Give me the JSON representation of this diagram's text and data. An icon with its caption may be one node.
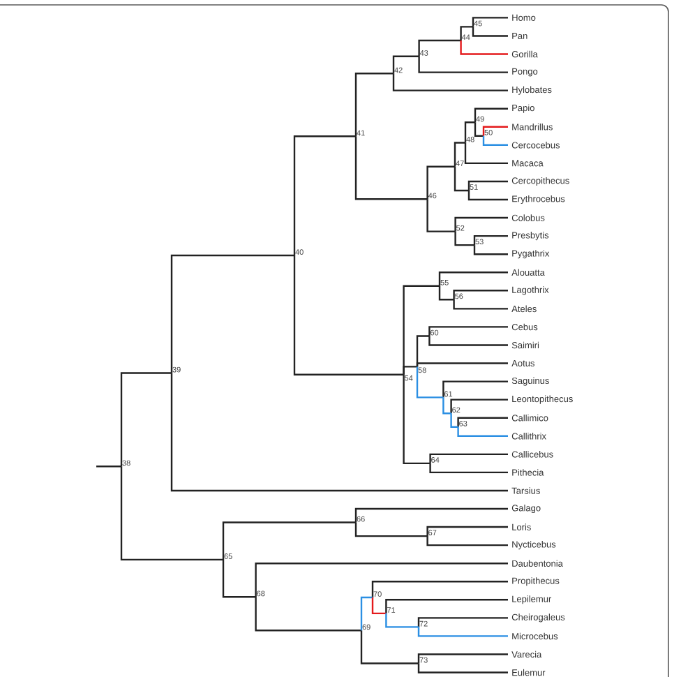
{
  "diagram": {
    "nodes": [
      {
        "text": [
          "38"
        ]
      },
      {
        "text": [
          "39"
        ]
      },
      {
        "text": [
          "40"
        ]
      },
      {
        "text": [
          "41"
        ]
      },
      {
        "text": [
          "42"
        ]
      },
      {
        "text": [
          "43"
        ]
      },
      {
        "text": [
          "44"
        ]
      },
      {
        "text": [
          "45"
        ]
      },
      {
        "text": [
          "Homo"
        ]
      },
      {
        "text": [
          "Pan"
        ]
      },
      {
        "text": [
          "Gorilla"
        ]
      },
      {
        "text": [
          "Pongo"
        ]
      },
      {
        "text": [
          "Hylobates"
        ]
      },
      {
        "text": [
          "46"
        ]
      },
      {
        "text": [
          "47"
        ]
      },
      {
        "text": [
          "48"
        ]
      },
      {
        "text": [
          "49"
        ]
      },
      {
        "text": [
          "Papio"
        ]
      },
      {
        "text": [
          "50"
        ]
      },
      {
        "text": [
          "Mandrillus"
        ]
      },
      {
        "text": [
          "Cercocebus"
        ]
      },
      {
        "text": [
          "Macaca"
        ]
      },
      {
        "text": [
          "51"
        ]
      },
      {
        "text": [
          "Cercopithecus"
        ]
      },
      {
        "text": [
          "Erythrocebus"
        ]
      },
      {
        "text": [
          "52"
        ]
      },
      {
        "text": [
          "Colobus"
        ]
      },
      {
        "text": [
          "53"
        ]
      },
      {
        "text": [
          "Presbytis"
        ]
      },
      {
        "text": [
          "Pygathrix"
        ]
      },
      {
        "text": [
          "54"
        ]
      },
      {
        "text": [
          "55"
        ]
      },
      {
        "text": [
          "Alouatta"
        ]
      },
      {
        "text": [
          "56"
        ]
      },
      {
        "text": [
          "Lagothrix"
        ]
      },
      {
        "text": [
          "Ateles"
        ]
      },
      {
        "text": [
          "58"
        ]
      },
      {
        "text": [
          "60"
        ]
      },
      {
        "text": [
          "Cebus"
        ]
      },
      {
        "text": [
          "Saimiri"
        ]
      },
      {
        "text": [
          "Aotus"
        ]
      },
      {
        "text": [
          "61"
        ]
      },
      {
        "text": [
          "Saguinus"
        ]
      },
      {
        "text": [
          "62"
        ]
      },
      {
        "text": [
          "Leontopithecus"
        ]
      },
      {
        "text": [
          "63"
        ]
      },
      {
        "text": [
          "Callimico"
        ]
      },
      {
        "text": [
          "Callithrix"
        ]
      },
      {
        "text": [
          "64"
        ]
      },
      {
        "text": [
          "Callicebus"
        ]
      },
      {
        "text": [
          "Pithecia"
        ]
      },
      {
        "text": [
          "Tarsius"
        ]
      },
      {
        "text": [
          "65"
        ]
      },
      {
        "text": [
          "66"
        ]
      },
      {
        "text": [
          "Galago"
        ]
      },
      {
        "text": [
          "67"
        ]
      },
      {
        "text": [
          "Loris"
        ]
      },
      {
        "text": [
          "Nycticebus"
        ]
      },
      {
        "text": [
          "68"
        ]
      },
      {
        "text": [
          "Daubentonia"
        ]
      },
      {
        "text": [
          "69"
        ]
      },
      {
        "text": [
          "70"
        ]
      },
      {
        "text": [
          "Propithecus"
        ]
      },
      {
        "text": [
          "71"
        ]
      },
      {
        "text": [
          "Lepilemur"
        ]
      },
      {
        "text": [
          "72"
        ]
      },
      {
        "text": [
          "Cheirogaleus"
        ]
      },
      {
        "text": [
          "Microcebus"
        ]
      },
      {
        "text": [
          "73"
        ]
      },
      {
        "text": [
          "Varecia"
        ]
      },
      {
        "text": [
          "Eulemur"
        ]
      }
    ],
    "edges": [
      {
        "from": null,
        "to": 0,
        "arrow": "none"
      },
      {
        "from": 0,
        "to": 1,
        "arrow": "none"
      },
      {
        "from": 0,
        "to": 52,
        "arrow": "none"
      },
      {
        "from": 1,
        "to": 2,
        "arrow": "none"
      },
      {
        "from": 1,
        "to": 51,
        "arrow": "none"
      },
      {
        "from": 2,
        "to": 3,
        "arrow": "none"
      },
      {
        "from": 2,
        "to": 30,
        "arrow": "none"
      },
      {
        "from": 3,
        "to": 4,
        "arrow": "none"
      },
      {
        "from": 3,
        "to": 13,
        "arrow": "none"
      },
      {
        "from": 4,
        "to": 5,
        "arrow": "none"
      },
      {
        "from": 4,
        "to": 12,
        "arrow": "none"
      },
      {
        "from": 5,
        "to": 6,
        "arrow": "none"
      },
      {
        "from": 5,
        "to": 11,
        "arrow": "none"
      },
      {
        "from": 6,
        "to": 7,
        "arrow": "none"
      },
      {
        "from": 6,
        "to": 10,
        "arrow": "none",
        "color": "#e41a1c"
      },
      {
        "from": 7,
        "to": 8,
        "arrow": "none"
      },
      {
        "from": 7,
        "to": 9,
        "arrow": "none"
      },
      {
        "from": 13,
        "to": 14,
        "arrow": "none"
      },
      {
        "from": 13,
        "to": 25,
        "arrow": "none"
      },
      {
        "from": 14,
        "to": 15,
        "arrow": "none"
      },
      {
        "from": 14,
        "to": 22,
        "arrow": "none"
      },
      {
        "from": 15,
        "to": 16,
        "arrow": "none"
      },
      {
        "from": 15,
        "to": 21,
        "arrow": "none"
      },
      {
        "from": 16,
        "to": 17,
        "arrow": "none"
      },
      {
        "from": 16,
        "to": 18,
        "arrow": "none"
      },
      {
        "from": 18,
        "to": 19,
        "arrow": "none",
        "color": "#e41a1c"
      },
      {
        "from": 18,
        "to": 20,
        "arrow": "none",
        "color": "#2b8fe3"
      },
      {
        "from": 22,
        "to": 23,
        "arrow": "none"
      },
      {
        "from": 22,
        "to": 24,
        "arrow": "none"
      },
      {
        "from": 25,
        "to": 26,
        "arrow": "none"
      },
      {
        "from": 25,
        "to": 27,
        "arrow": "none"
      },
      {
        "from": 27,
        "to": 28,
        "arrow": "none"
      },
      {
        "from": 27,
        "to": 29,
        "arrow": "none"
      },
      {
        "from": 30,
        "to": 31,
        "arrow": "none"
      },
      {
        "from": 30,
        "to": 36,
        "arrow": "none"
      },
      {
        "from": 30,
        "to": 48,
        "arrow": "none"
      },
      {
        "from": 31,
        "to": 32,
        "arrow": "none"
      },
      {
        "from": 31,
        "to": 33,
        "arrow": "none"
      },
      {
        "from": 33,
        "to": 34,
        "arrow": "none"
      },
      {
        "from": 33,
        "to": 35,
        "arrow": "none"
      },
      {
        "from": 36,
        "to": 37,
        "arrow": "none"
      },
      {
        "from": 36,
        "to": 40,
        "arrow": "none"
      },
      {
        "from": 36,
        "to": 41,
        "arrow": "none",
        "color": "#2b8fe3"
      },
      {
        "from": 37,
        "to": 38,
        "arrow": "none"
      },
      {
        "from": 37,
        "to": 39,
        "arrow": "none"
      },
      {
        "from": 41,
        "to": 42,
        "arrow": "none"
      },
      {
        "from": 41,
        "to": 43,
        "arrow": "none",
        "color": "#2b8fe3"
      },
      {
        "from": 43,
        "to": 44,
        "arrow": "none"
      },
      {
        "from": 43,
        "to": 45,
        "arrow": "none",
        "color": "#2b8fe3"
      },
      {
        "from": 45,
        "to": 46,
        "arrow": "none"
      },
      {
        "from": 45,
        "to": 47,
        "arrow": "none",
        "color": "#2b8fe3"
      },
      {
        "from": 48,
        "to": 49,
        "arrow": "none"
      },
      {
        "from": 48,
        "to": 50,
        "arrow": "none"
      },
      {
        "from": 52,
        "to": 53,
        "arrow": "none"
      },
      {
        "from": 52,
        "to": 58,
        "arrow": "none"
      },
      {
        "from": 53,
        "to": 54,
        "arrow": "none"
      },
      {
        "from": 53,
        "to": 55,
        "arrow": "none"
      },
      {
        "from": 55,
        "to": 56,
        "arrow": "none"
      },
      {
        "from": 55,
        "to": 57,
        "arrow": "none"
      },
      {
        "from": 58,
        "to": 59,
        "arrow": "none"
      },
      {
        "from": 58,
        "to": 60,
        "arrow": "none"
      },
      {
        "from": 60,
        "to": 61,
        "arrow": "none",
        "color": "#2b8fe3"
      },
      {
        "from": 60,
        "to": 68,
        "arrow": "none"
      },
      {
        "from": 61,
        "to": 62,
        "arrow": "none"
      },
      {
        "from": 61,
        "to": 63,
        "arrow": "none",
        "color": "#e41a1c"
      },
      {
        "from": 63,
        "to": 64,
        "arrow": "none"
      },
      {
        "from": 63,
        "to": 65,
        "arrow": "none",
        "color": "#2b8fe3"
      },
      {
        "from": 65,
        "to": 66,
        "arrow": "none"
      },
      {
        "from": 65,
        "to": 67,
        "arrow": "none",
        "color": "#2b8fe3"
      },
      {
        "from": 68,
        "to": 69,
        "arrow": "none"
      },
      {
        "from": 68,
        "to": 70,
        "arrow": "none"
      }
    ]
  }
}
